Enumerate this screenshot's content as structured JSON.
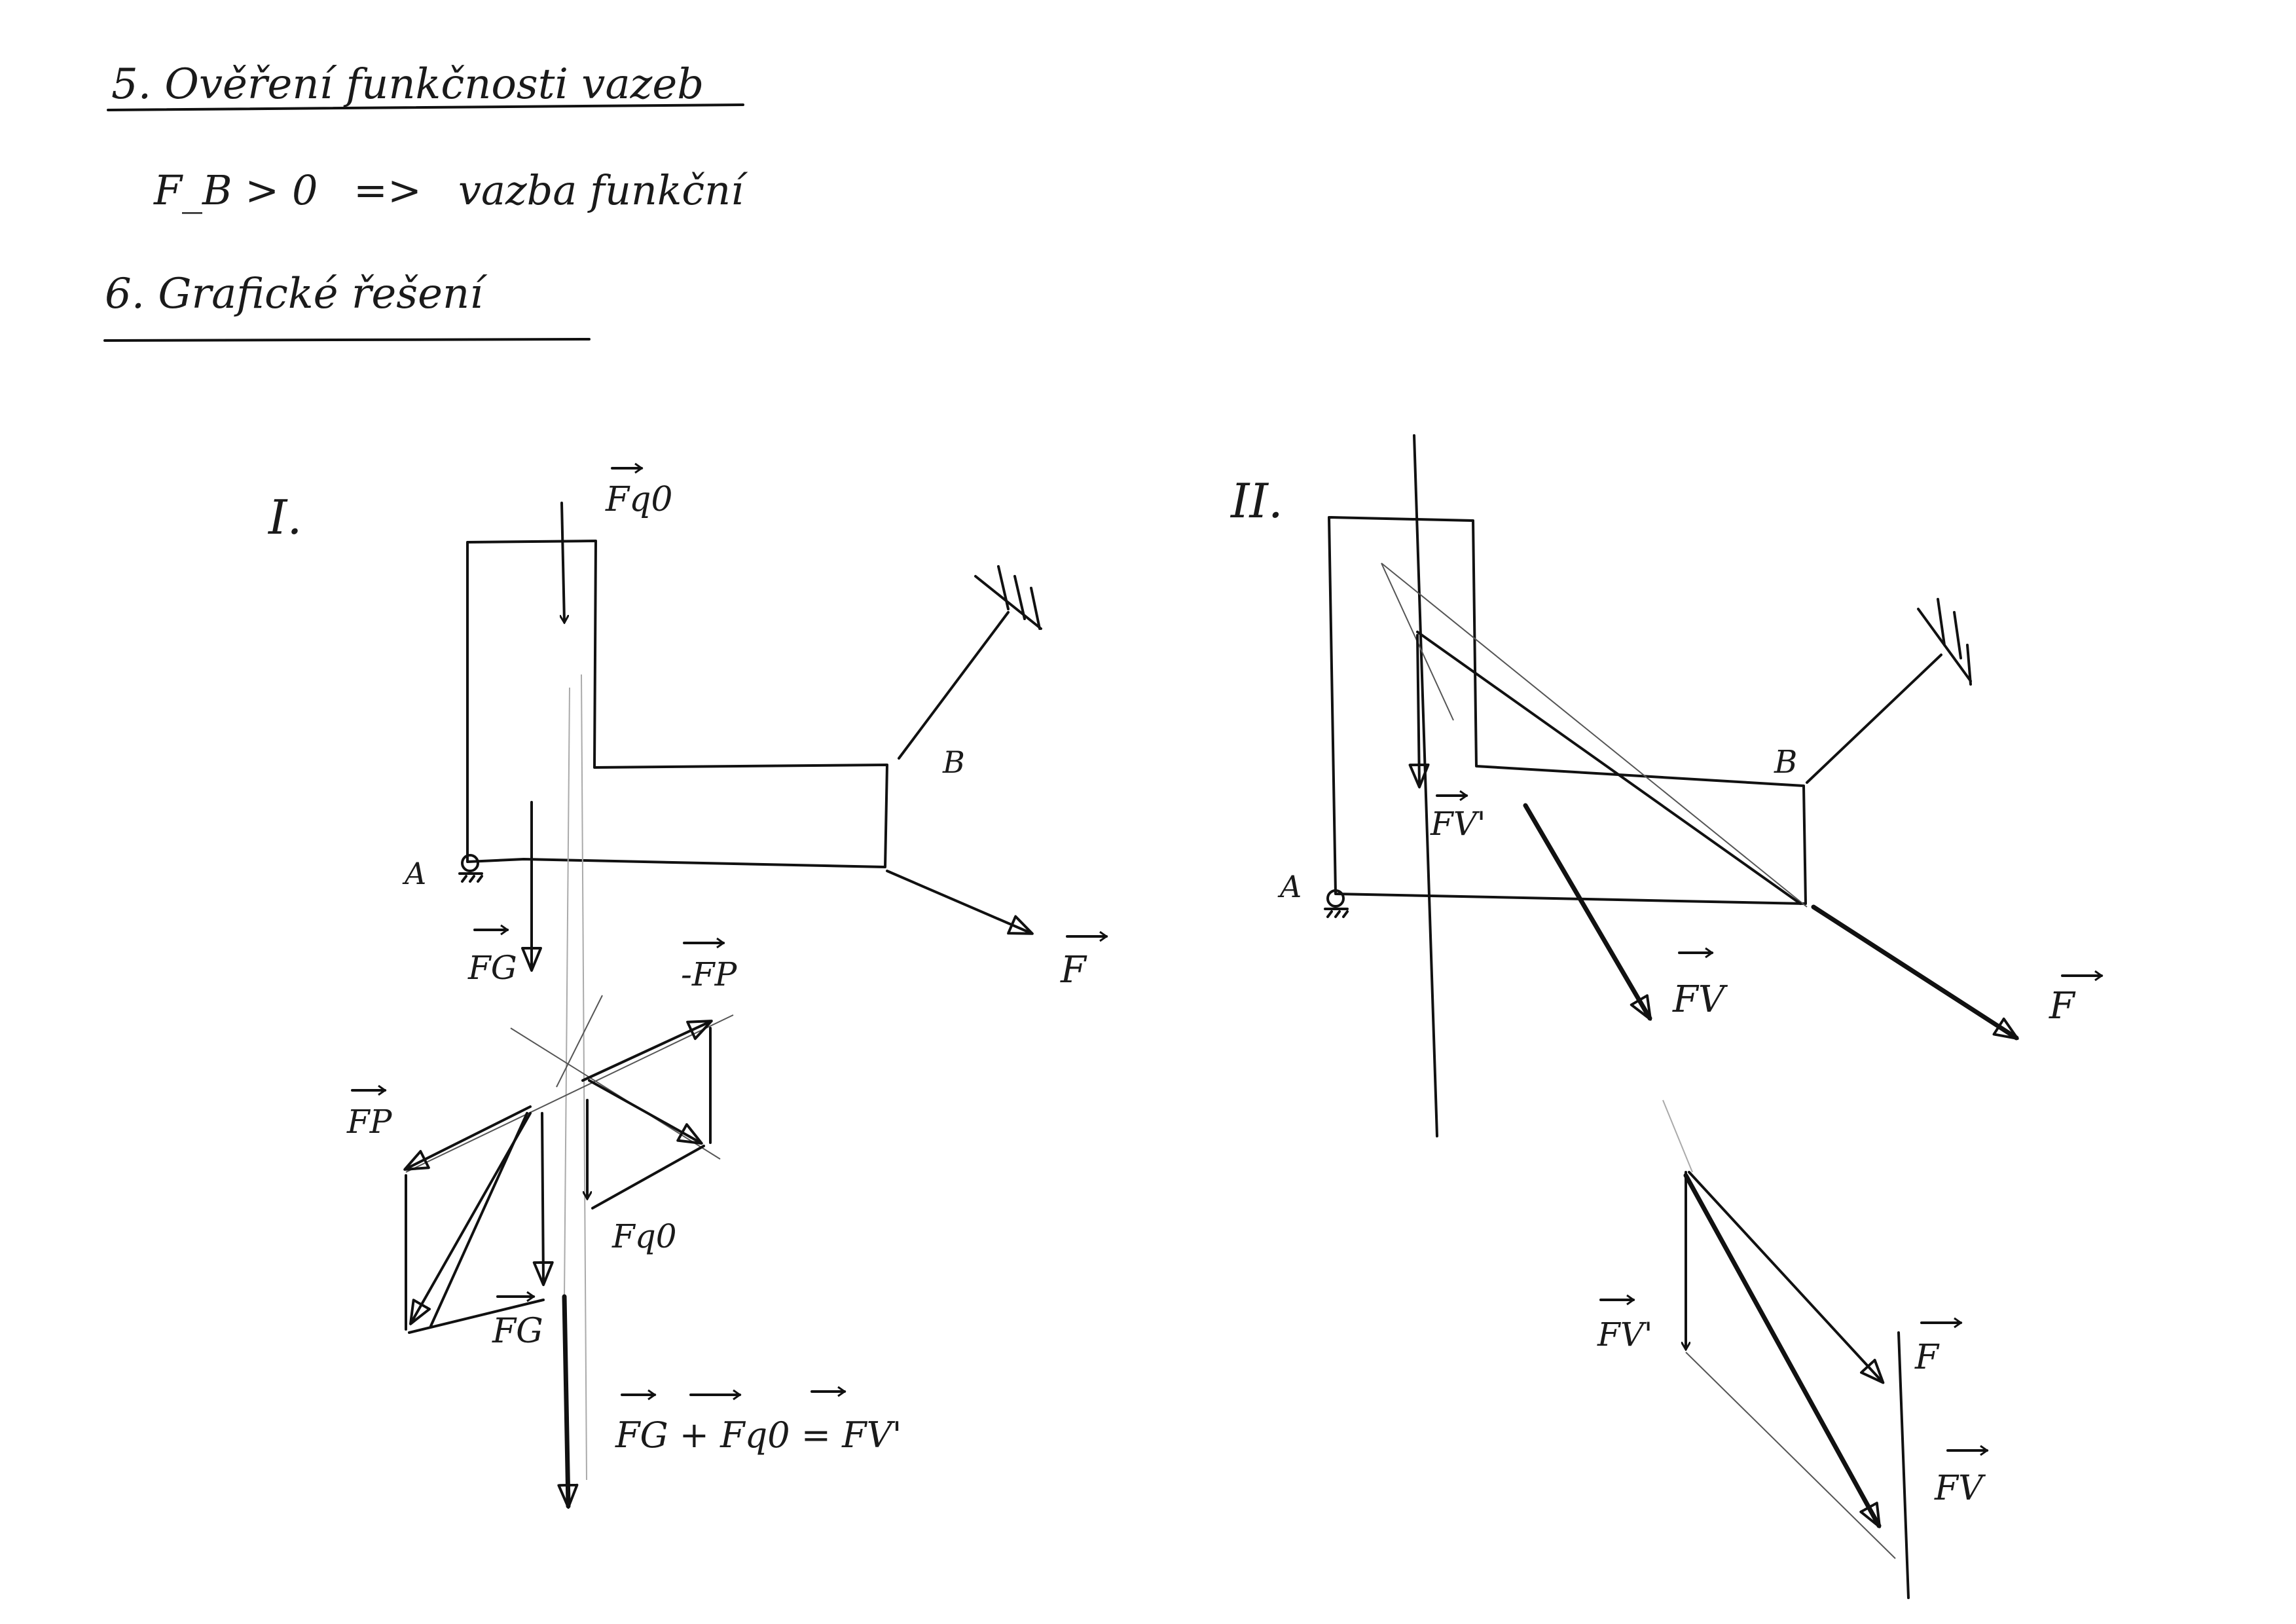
{
  "sections": {
    "s5_title": "5. Ověření funkčnosti vazeb",
    "s5_statement_left": "F_B > 0",
    "s5_statement_arrow": "=>",
    "s5_statement_right": "vazba funkční",
    "s6_title": "6. Grafické řešení"
  },
  "diagram_I": {
    "roman": "I.",
    "labels": {
      "fq0_top": "Fq0",
      "point_a": "A",
      "point_b": "B",
      "fg_small": "FG",
      "f_right": "F",
      "minus_fp": "-FP",
      "fp": "FP",
      "fq0_mid": "Fq0",
      "fg_bottom": "FG",
      "sum_equation": "FG + Fq0 = FV'"
    }
  },
  "diagram_II": {
    "roman": "II.",
    "labels": {
      "point_a": "A",
      "point_b": "B",
      "fv_prime": "FV'",
      "fv": "FV",
      "f": "F",
      "fv_prime_bottom": "FV'",
      "f_bottom": "F",
      "fv_bottom": "FV"
    }
  }
}
